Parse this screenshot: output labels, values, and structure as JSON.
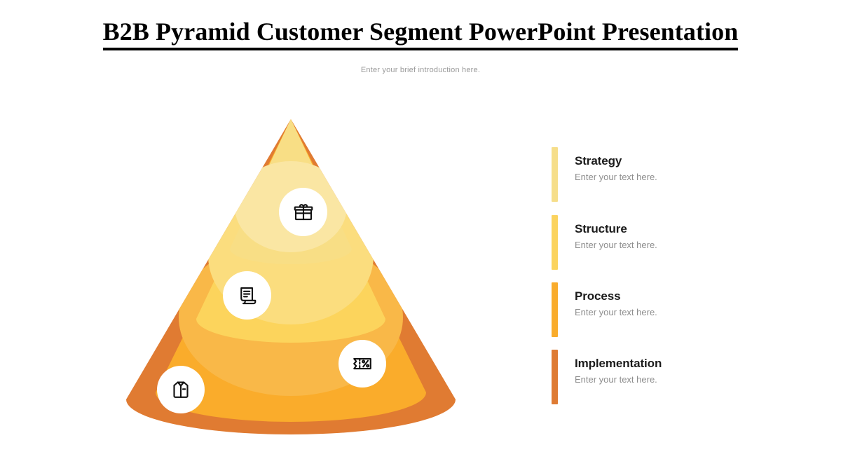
{
  "slide": {
    "title": "B2B Pyramid Customer Segment PowerPoint Presentation",
    "subtitle": "Enter your brief introduction here."
  },
  "colors": {
    "level_1": "#F8DE85",
    "level_2": "#FCD45C",
    "level_3": "#FAAC2B",
    "level_4": "#E07B32",
    "level_1_cap": "#FAE6A3",
    "level_2_cap": "#FBDD7E",
    "level_3_cap": "#F9B848",
    "background": "#FFFFFF",
    "title_text": "#000000",
    "subtitle_text": "#9A9A9A",
    "legend_title_text": "#1B1B1B",
    "legend_desc_text": "#8E8E8E"
  },
  "cone": {
    "levels": [
      {
        "name": "Strategy",
        "icon": "gift-icon",
        "color": "#F8DE85"
      },
      {
        "name": "Structure",
        "icon": "document-icon",
        "color": "#FCD45C"
      },
      {
        "name": "Process",
        "icon": "coupon-icon",
        "color": "#FAAC2B"
      },
      {
        "name": "Implementation",
        "icon": "shirt-icon",
        "color": "#E07B32"
      }
    ]
  },
  "legend": {
    "items": [
      {
        "title": "Strategy",
        "desc": "Enter your text here.",
        "color": "#F6DE8A"
      },
      {
        "title": "Structure",
        "desc": "Enter your text here.",
        "color": "#FBD35E"
      },
      {
        "title": "Process",
        "desc": "Enter your text here.",
        "color": "#F9AC2C"
      },
      {
        "title": "Implementation",
        "desc": "Enter your text here.",
        "color": "#DE7B34"
      }
    ]
  }
}
